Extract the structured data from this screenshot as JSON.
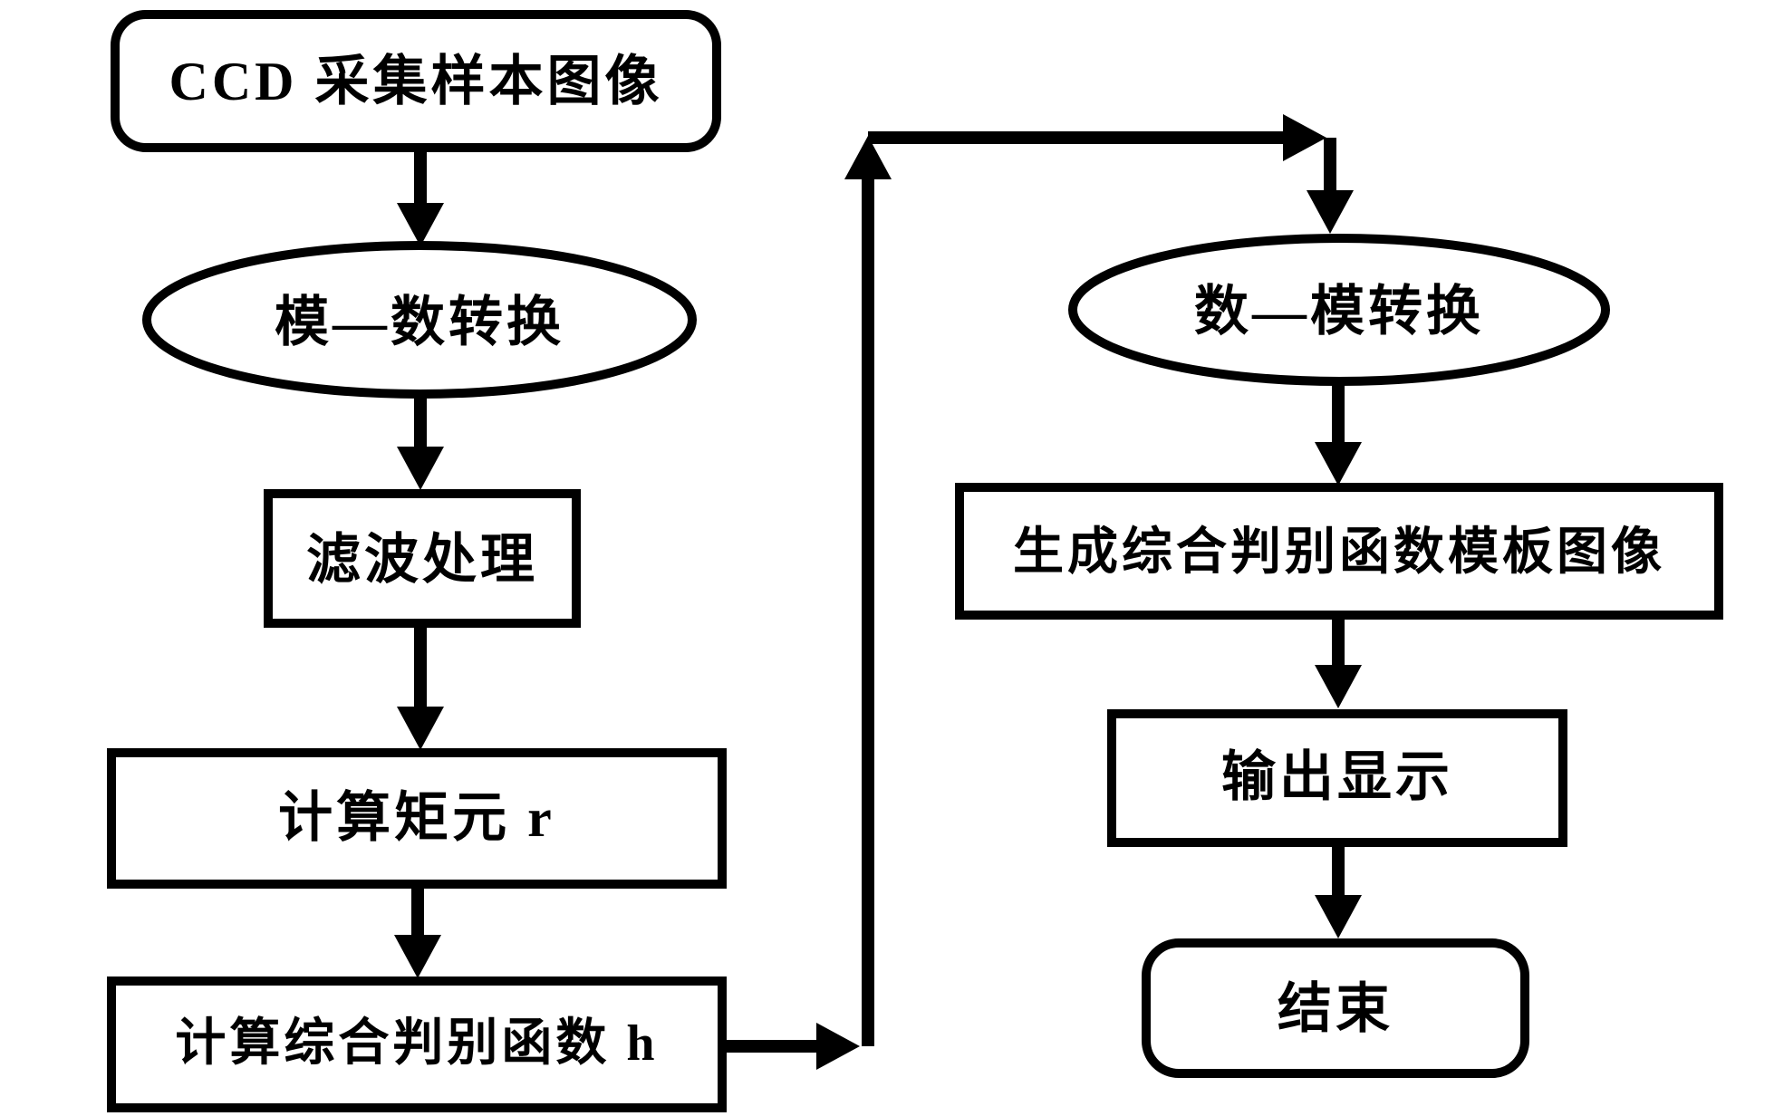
{
  "diagram": {
    "type": "flowchart",
    "colors": {
      "line": "#000000",
      "background": "#ffffff"
    },
    "nodes": {
      "ccd_capture": {
        "label": "CCD 采集样本图像",
        "shape": "rounded-rect"
      },
      "ad_convert": {
        "label": "模—数转换",
        "shape": "ellipse"
      },
      "filter": {
        "label": "滤波处理",
        "shape": "rect"
      },
      "moment_r": {
        "label": "计算矩元 r",
        "shape": "rect"
      },
      "discriminant_h": {
        "label": "计算综合判别函数 h",
        "shape": "rect"
      },
      "da_convert": {
        "label": "数—模转换",
        "shape": "ellipse"
      },
      "template_image": {
        "label": "生成综合判别函数模板图像",
        "shape": "rect"
      },
      "output_display": {
        "label": "输出显示",
        "shape": "rect"
      },
      "end": {
        "label": "结束",
        "shape": "rounded-rect"
      }
    },
    "edges": [
      {
        "from": "ccd_capture",
        "to": "ad_convert"
      },
      {
        "from": "ad_convert",
        "to": "filter"
      },
      {
        "from": "filter",
        "to": "moment_r"
      },
      {
        "from": "moment_r",
        "to": "discriminant_h"
      },
      {
        "from": "discriminant_h",
        "to": "da_convert"
      },
      {
        "from": "da_convert",
        "to": "template_image"
      },
      {
        "from": "template_image",
        "to": "output_display"
      },
      {
        "from": "output_display",
        "to": "end"
      }
    ]
  }
}
